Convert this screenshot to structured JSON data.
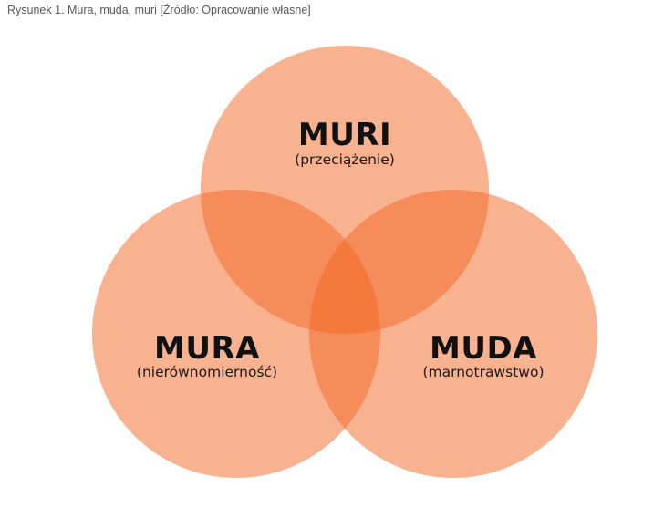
{
  "caption": "Rysunek 1. Mura, muda, muri [Źródło: Opracowanie własne]",
  "colors": {
    "circle_fill": "#f26522",
    "text": "#111111",
    "caption": "#5a5a5a"
  },
  "sets": {
    "muri": {
      "title": "MURI",
      "subtitle": "(przeciążenie)"
    },
    "mura": {
      "title": "MURA",
      "subtitle": "(nierównomierność)"
    },
    "muda": {
      "title": "MUDA",
      "subtitle": "(marnotrawstwo)"
    }
  }
}
